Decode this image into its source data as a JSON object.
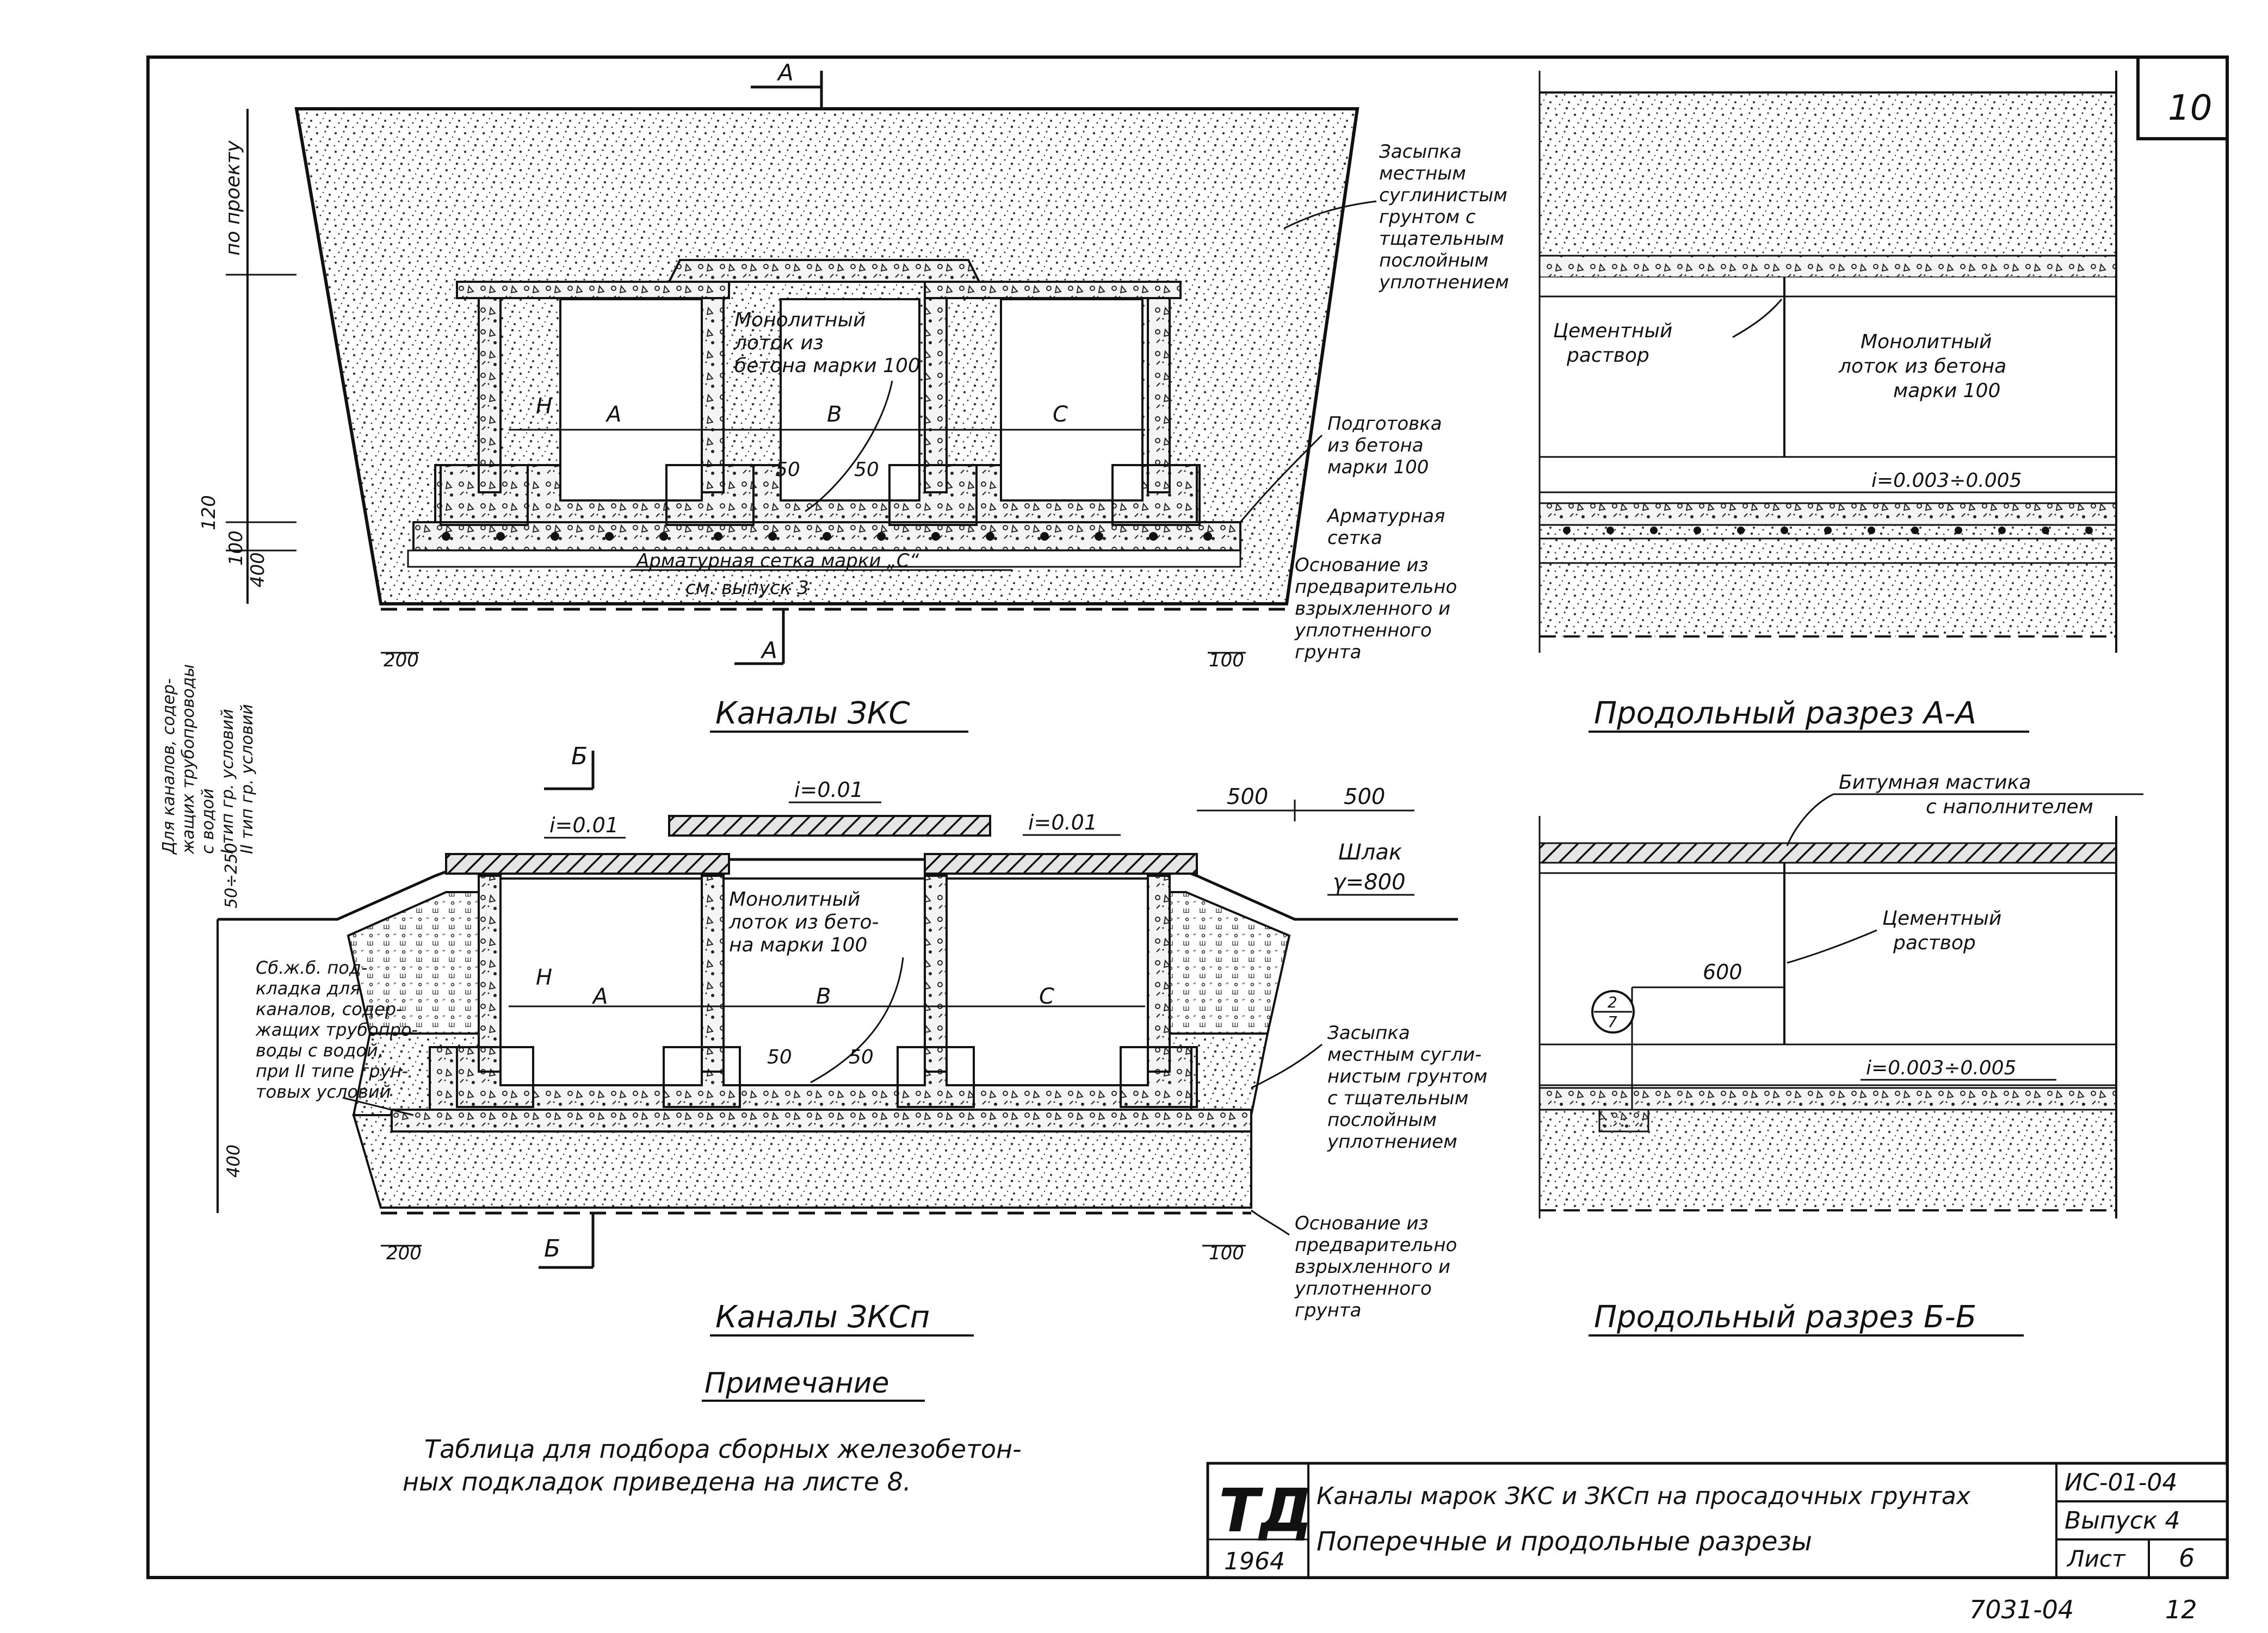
{
  "sheet_number": "10",
  "sec_aa_top": "А",
  "sec_aa_bottom": "А",
  "sec_bb_top": "Б",
  "sec_bb_bottom": "Б",
  "top_section": {
    "title": "Каналы ЗКС",
    "dim_vertical_top": "по проекту",
    "dim_100": "100",
    "dim_120": "120",
    "dim_400": "400",
    "dim_200_left": "200",
    "dim_100_right": "100",
    "dim_h": "Н",
    "cell_a": "А",
    "cell_b": "В",
    "cell_c": "С",
    "dim_50_a": "50",
    "dim_50_b": "50",
    "note_monolith": [
      "Монолитный",
      "лоток из",
      "бетона марки 100"
    ],
    "note_backfill": [
      "Засыпка",
      "местным",
      "суглинистым",
      "грунтом с",
      "тщательным",
      "послойным",
      "уплотнением"
    ],
    "note_prep": [
      "Подготовка",
      "из бетона",
      "марки 100"
    ],
    "note_mesh": [
      "Арматурная",
      "сетка"
    ],
    "note_base": [
      "Основание из",
      "предварительно",
      "взрыхленного и",
      "уплотненного",
      "грунта"
    ],
    "note_mesh_mark": [
      "Арматурная сетка марки „С“",
      "см. выпуск 3"
    ]
  },
  "left_side_note": {
    "lines": [
      "Для каналов, содер-",
      "жащих трубопроводы",
      "с водой",
      "I тип гр. условий",
      "II тип гр. условий"
    ]
  },
  "aa_section": {
    "title": "Продольный разрез А-А",
    "cement": [
      "Цементный",
      "раствор"
    ],
    "monolith": [
      "Монолитный",
      "лоток из бетона",
      "марки 100"
    ],
    "slope": "i=0.003÷0.005"
  },
  "bottom_section": {
    "title": "Каналы ЗКСп",
    "slope_mid": "i=0.01",
    "slope_left": "i=0.01",
    "slope_right": "i=0.01",
    "dim_500_a": "500",
    "dim_500_b": "500",
    "slag": "Шлак",
    "gamma": "γ=800",
    "dim_50_250": "50÷250",
    "dim_400": "400",
    "dim_200_left": "200",
    "dim_100_right": "100",
    "dim_h": "Н",
    "cell_a": "А",
    "cell_b": "В",
    "cell_c": "С",
    "dim_50_a": "50",
    "dim_50_b": "50",
    "note_monolith": [
      "Монолитный",
      "лоток из бето-",
      "на марки 100"
    ],
    "note_pad": [
      "Сб.ж.б. под-",
      "кладка для",
      "каналов, содер-",
      "жащих трубопро-",
      "воды с водой,",
      "при II типе грун-",
      "товых условий"
    ],
    "note_backfill": [
      "Засыпка",
      "местным сугли-",
      "нистым грунтом",
      "с тщательным",
      "послойным",
      "уплотнением"
    ],
    "note_base": [
      "Основание из",
      "предварительно",
      "взрыхленного и",
      "уплотненного",
      "грунта"
    ]
  },
  "bb_section": {
    "title": "Продольный разрез Б-Б",
    "mastic": [
      "Битумная мастика",
      "с наполнителем"
    ],
    "cement": [
      "Цементный",
      "раствор"
    ],
    "dim_600": "600",
    "callout_top": "2",
    "callout_bottom": "7",
    "slope": "i=0.003÷0.005"
  },
  "note": {
    "title": "Примечание",
    "text": [
      "Таблица для подбора сборных железобетон-",
      "ных подкладок приведена на листе 8."
    ]
  },
  "title_block": {
    "logo": "ТД",
    "year": "1964",
    "title_line1": "Каналы марок ЗКС и ЗКСп на просадочных грунтах",
    "title_line2": "Поперечные и продольные разрезы",
    "code": "ИС-01-04",
    "issue": "Выпуск 4",
    "sheet_label": "Лист",
    "sheet_value": "6"
  },
  "footer": {
    "doc_number": "7031-04",
    "page": "12"
  }
}
